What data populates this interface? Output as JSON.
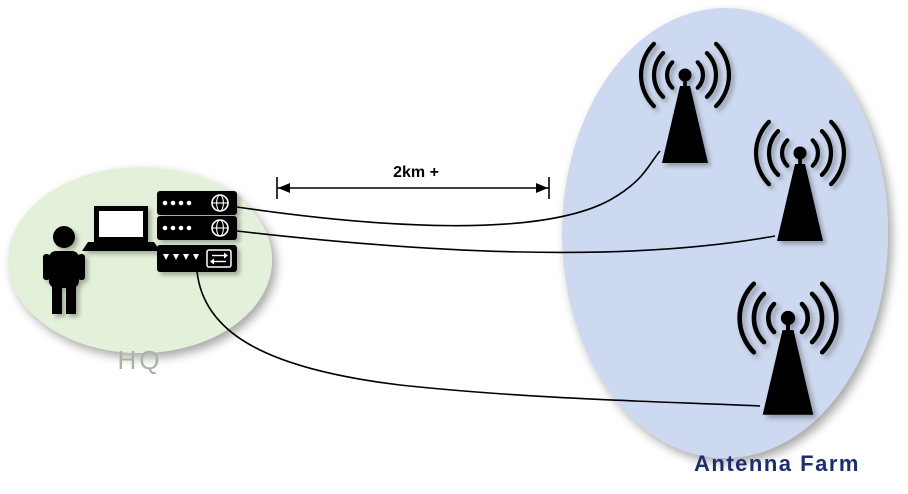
{
  "diagram": {
    "zones": {
      "hq": {
        "label": "HQ",
        "fill": "#e4f1da",
        "label_color": "#a7b4a0"
      },
      "antenna_farm": {
        "label": "Antenna Farm",
        "fill": "#cdd9f0",
        "label_color": "#1c2e6e"
      }
    },
    "measurement": {
      "label": "2km +",
      "color": "#000000"
    },
    "icons": {
      "hq_zone": [
        "person-icon",
        "laptop-icon",
        "router-globe-icon",
        "router-globe-icon",
        "switch-arrows-icon"
      ],
      "antenna_farm_zone": [
        "antenna-icon",
        "antenna-icon",
        "antenna-icon"
      ]
    }
  }
}
